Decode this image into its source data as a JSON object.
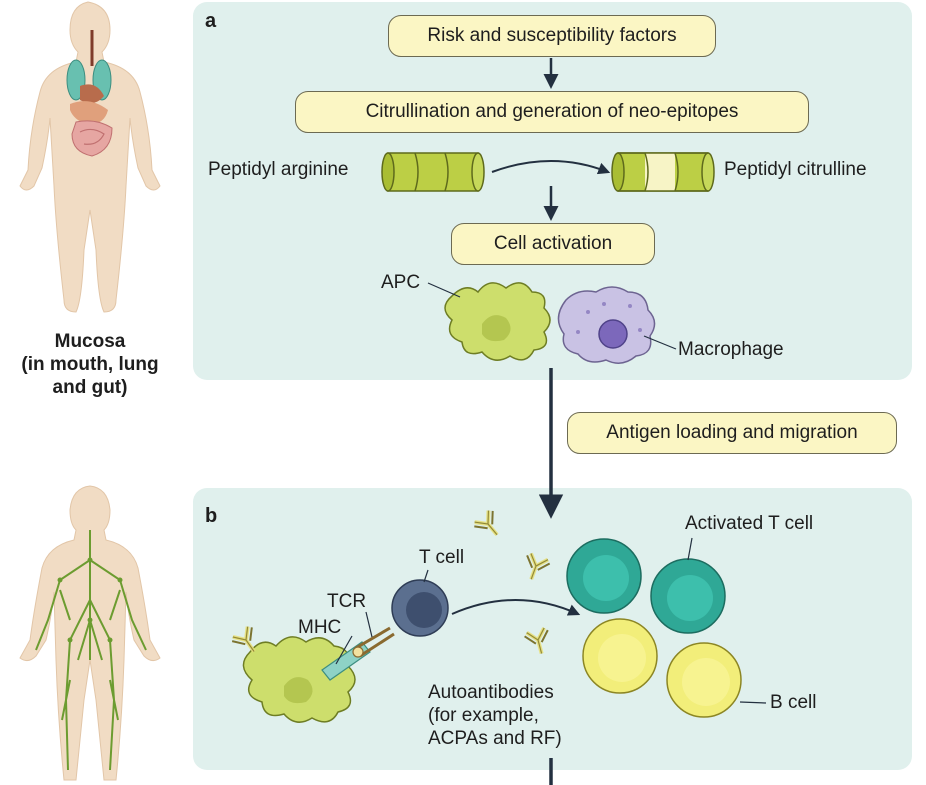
{
  "panel_a": {
    "letter": "a",
    "flow": {
      "risk": "Risk and susceptibility factors",
      "citrullination": "Citrullination and generation of neo-epitopes",
      "cell_activation": "Cell activation"
    },
    "peptidyl_arginine": "Peptidyl arginine",
    "peptidyl_citrulline": "Peptidyl citrulline",
    "apc": "APC",
    "macrophage": "Macrophage"
  },
  "mucosa_label": {
    "line1": "Mucosa",
    "line2": "(in mouth, lung",
    "line3": "and gut)"
  },
  "migration": "Antigen loading and migration",
  "panel_b": {
    "letter": "b",
    "t_cell": "T cell",
    "tcr": "TCR",
    "mhc": "MHC",
    "activated_t_cell": "Activated T cell",
    "b_cell": "B cell",
    "autoantibodies": {
      "line1": "Autoantibodies",
      "line2": "(for example,",
      "line3": "ACPAs and RF)"
    }
  },
  "colors": {
    "panel_bg": "#e0f0ed",
    "box_fill": "#fbf6c4",
    "body_skin": "#f1dcc4",
    "apc_green": "#cdde6c",
    "macrophage_purple": "#c9c2e4",
    "t_cell_blue": "#5b6f8f",
    "activated_t_teal": "#2fa896",
    "b_cell_yellow": "#f2ee7a",
    "lymph_green": "#6c9c30"
  }
}
